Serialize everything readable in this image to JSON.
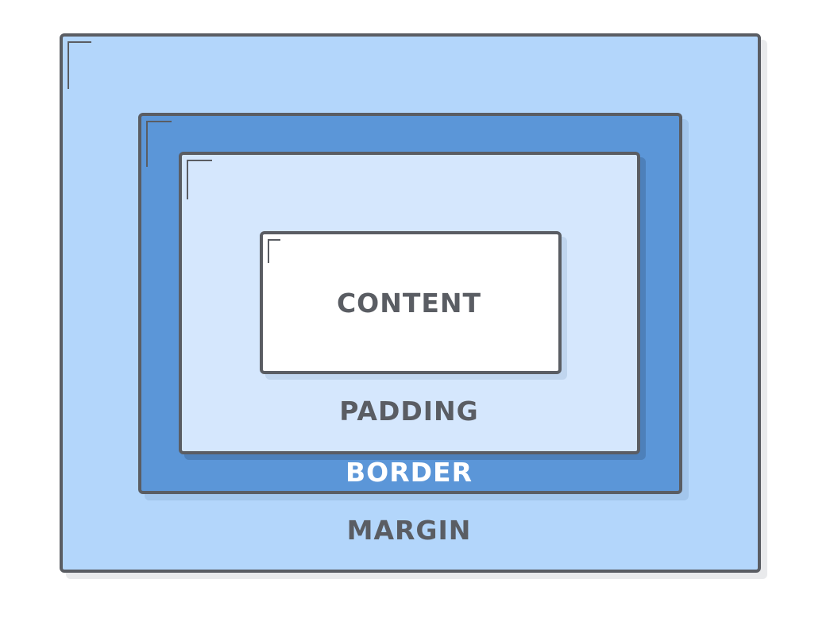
{
  "diagram": {
    "labels": {
      "content": "CONTENT",
      "padding": "PADDING",
      "border": "BORDER",
      "margin": "MARGIN"
    },
    "colors": {
      "margin_fill": "#b3d6fb",
      "border_fill": "#5b96d8",
      "padding_fill": "#d5e7fd",
      "content_fill": "#ffffff",
      "outline": "#5a5d63",
      "border_label": "#ffffff",
      "label_text": "#5a5d63"
    }
  }
}
